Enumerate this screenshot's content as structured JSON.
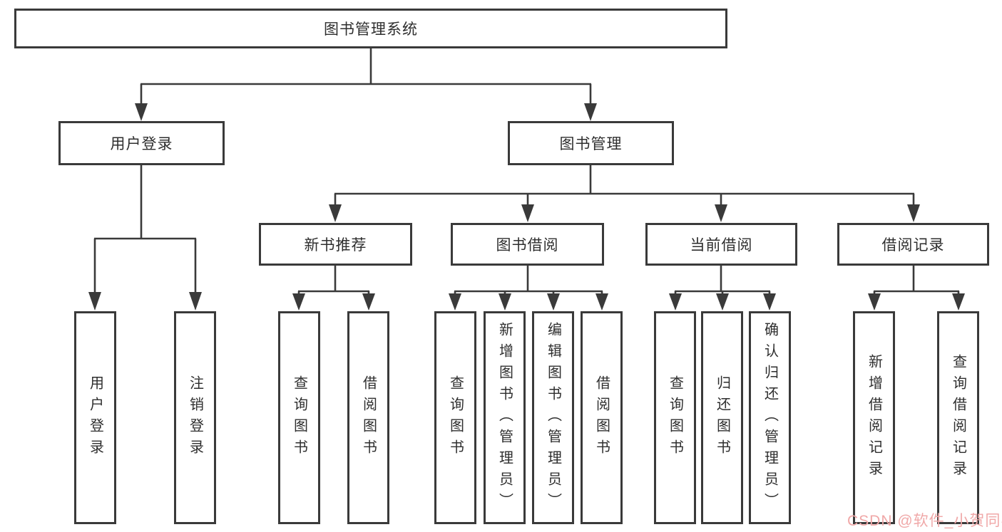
{
  "diagram": {
    "root": {
      "label": "图书管理系统"
    },
    "branches": [
      {
        "label": "用户登录",
        "children": [
          {
            "label": "用户登录"
          },
          {
            "label": "注销登录"
          }
        ]
      },
      {
        "label": "图书管理",
        "modules": [
          {
            "label": "新书推荐",
            "children": [
              {
                "label": "查询图书"
              },
              {
                "label": "借阅图书"
              }
            ]
          },
          {
            "label": "图书借阅",
            "children": [
              {
                "label": "查询图书"
              },
              {
                "label": "新增图书（管理员）"
              },
              {
                "label": "编辑图书（管理员）"
              },
              {
                "label": "借阅图书"
              }
            ]
          },
          {
            "label": "当前借阅",
            "children": [
              {
                "label": "查询图书"
              },
              {
                "label": "归还图书"
              },
              {
                "label": "确认归还（管理员）"
              }
            ]
          },
          {
            "label": "借阅记录",
            "children": [
              {
                "label": "新增借阅记录"
              },
              {
                "label": "查询借阅记录"
              }
            ]
          }
        ]
      }
    ]
  },
  "watermark": {
    "text": "CSDN @软件_小贺同学"
  },
  "colors": {
    "line": "#3a3a3a",
    "text": "#2e2e2e",
    "background": "#ffffff",
    "watermark": "#f0a8a8"
  }
}
